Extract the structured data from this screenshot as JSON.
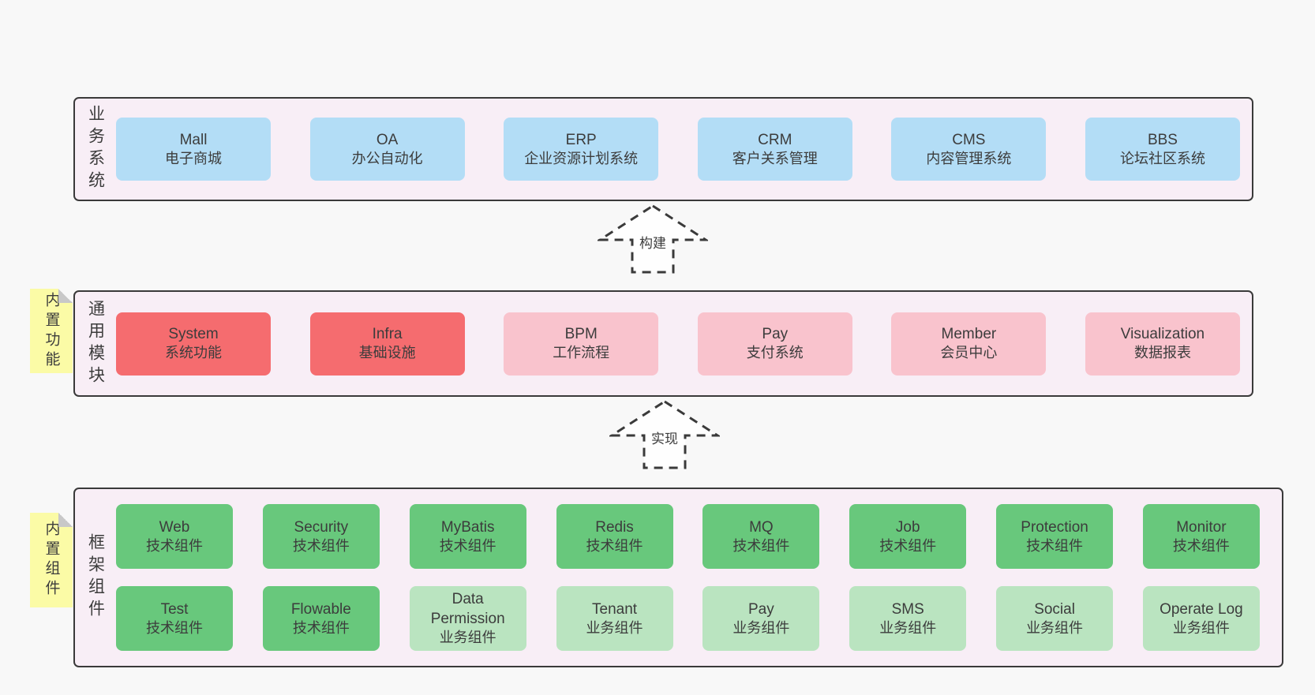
{
  "layers": [
    {
      "id": "business-systems",
      "label": "业务系统",
      "boxes": [
        {
          "name": "Mall",
          "desc": "电子商城",
          "variant": "blue"
        },
        {
          "name": "OA",
          "desc": "办公自动化",
          "variant": "blue"
        },
        {
          "name": "ERP",
          "desc": "企业资源计划系统",
          "variant": "blue"
        },
        {
          "name": "CRM",
          "desc": "客户关系管理",
          "variant": "blue"
        },
        {
          "name": "CMS",
          "desc": "内容管理系统",
          "variant": "blue"
        },
        {
          "name": "BBS",
          "desc": "论坛社区系统",
          "variant": "blue"
        }
      ]
    },
    {
      "id": "common-modules",
      "label": "通用模块",
      "note": "内置功能",
      "boxes": [
        {
          "name": "System",
          "desc": "系统功能",
          "variant": "red"
        },
        {
          "name": "Infra",
          "desc": "基础设施",
          "variant": "red"
        },
        {
          "name": "BPM",
          "desc": "工作流程",
          "variant": "pink"
        },
        {
          "name": "Pay",
          "desc": "支付系统",
          "variant": "pink"
        },
        {
          "name": "Member",
          "desc": "会员中心",
          "variant": "pink"
        },
        {
          "name": "Visualization",
          "desc": "数据报表",
          "variant": "pink"
        }
      ]
    },
    {
      "id": "framework-components",
      "label": "框架组件",
      "note": "内置组件",
      "rows": [
        [
          {
            "name": "Web",
            "desc": "技术组件",
            "variant": "green"
          },
          {
            "name": "Security",
            "desc": "技术组件",
            "variant": "green"
          },
          {
            "name": "MyBatis",
            "desc": "技术组件",
            "variant": "green"
          },
          {
            "name": "Redis",
            "desc": "技术组件",
            "variant": "green"
          },
          {
            "name": "MQ",
            "desc": "技术组件",
            "variant": "green"
          },
          {
            "name": "Job",
            "desc": "技术组件",
            "variant": "green"
          },
          {
            "name": "Protection",
            "desc": "技术组件",
            "variant": "green"
          },
          {
            "name": "Monitor",
            "desc": "技术组件",
            "variant": "green"
          }
        ],
        [
          {
            "name": "Test",
            "desc": "技术组件",
            "variant": "green"
          },
          {
            "name": "Flowable",
            "desc": "技术组件",
            "variant": "green"
          },
          {
            "name": "Data Permission",
            "desc": "业务组件",
            "variant": "light-green"
          },
          {
            "name": "Tenant",
            "desc": "业务组件",
            "variant": "light-green"
          },
          {
            "name": "Pay",
            "desc": "业务组件",
            "variant": "light-green"
          },
          {
            "name": "SMS",
            "desc": "业务组件",
            "variant": "light-green"
          },
          {
            "name": "Social",
            "desc": "业务组件",
            "variant": "light-green"
          },
          {
            "name": "Operate Log",
            "desc": "业务组件",
            "variant": "light-green"
          }
        ]
      ]
    }
  ],
  "arrows": [
    {
      "label": "构建"
    },
    {
      "label": "实现"
    }
  ],
  "colors": {
    "pageBg": "#f8f8f8",
    "layerBg": "#f8eef6",
    "layerBorder": "#3a3a3a",
    "blue": "#b3ddf6",
    "red": "#f56c6f",
    "pink": "#f9c3cd",
    "green": "#68c87c",
    "lightGreen": "#bae4c0",
    "yellow": "#fbfba6",
    "foldGray": "#c8c8c8",
    "text": "#3c3c3c",
    "arrowStroke": "#3a3a3a",
    "arrowFill": "#fefefe"
  }
}
